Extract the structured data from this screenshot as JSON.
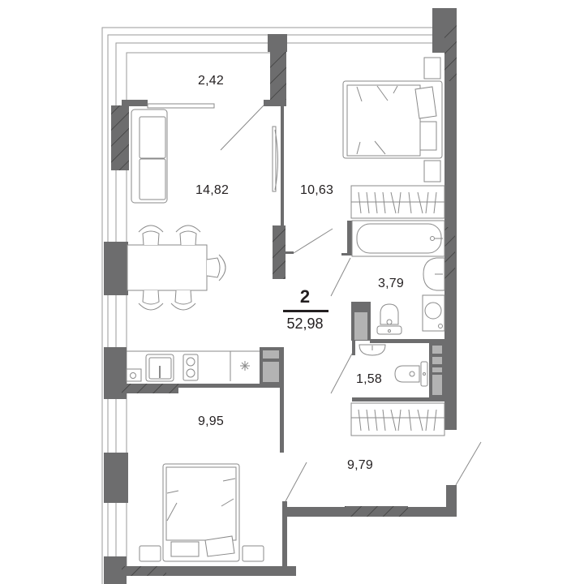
{
  "plan": {
    "rooms_count": "2",
    "total_area": "52,98",
    "colors": {
      "wall": "#6d6d6e",
      "wall_hatch": "#3a3a3a",
      "light_fill": "#b3b3b3",
      "line": "#8a8a8a",
      "text": "#231f20"
    },
    "rooms": [
      {
        "name": "balcony",
        "area": "2,42"
      },
      {
        "name": "living-kitchen",
        "area": "14,82"
      },
      {
        "name": "bedroom-1",
        "area": "10,63"
      },
      {
        "name": "bathroom",
        "area": "3,79"
      },
      {
        "name": "wc",
        "area": "1,58"
      },
      {
        "name": "bedroom-2",
        "area": "9,95"
      },
      {
        "name": "hallway",
        "area": "9,79"
      }
    ]
  }
}
